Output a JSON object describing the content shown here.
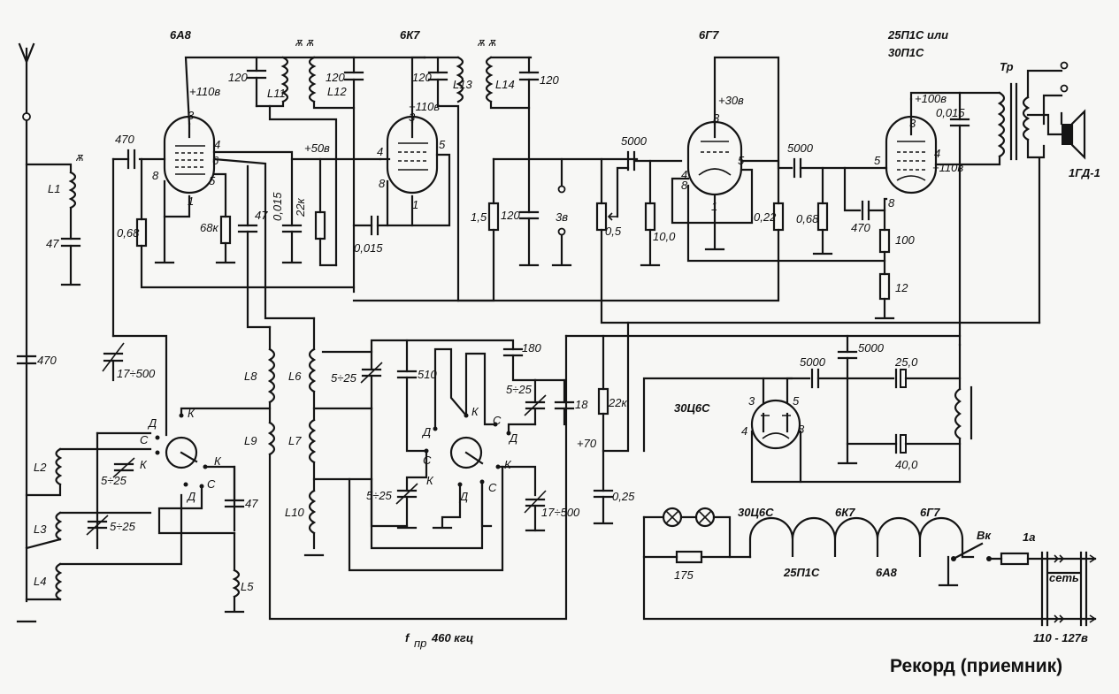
{
  "title": "Рекорд (приемник)",
  "if_label": "f",
  "if_sub": "пр",
  "if_value": "460 кгц",
  "tubes": [
    {
      "name": "6А8",
      "pins": {
        "p3": "3",
        "p4": "4",
        "p6": "6",
        "p5": "5",
        "p8": "8",
        "p1": "1"
      },
      "anode_v": "+110в"
    },
    {
      "name": "6К7",
      "pins": {
        "p3": "3",
        "p4": "4",
        "p5": "5",
        "p8": "8",
        "p1": "1"
      },
      "anode_v": "+110в"
    },
    {
      "name": "6Г7",
      "pins": {
        "p3": "3",
        "p5": "5",
        "p4": "4",
        "p8": "8",
        "p1": "1"
      },
      "anode_v": "+30в"
    },
    {
      "name": "25П1С или",
      "name2": "30П1С",
      "pins": {
        "p3": "3",
        "p5": "5",
        "p4": "4",
        "p8": "8"
      },
      "anode_v": "+100в",
      "screen_v": "+110в"
    },
    {
      "name": "30Ц6С",
      "pins": {
        "p3": "3",
        "p5": "5",
        "p4": "4",
        "p8": "8"
      }
    }
  ],
  "labels": {
    "c470a": "470",
    "c120a": "120",
    "l11": "L11",
    "c120b": "120",
    "l12": "L12",
    "c120c": "120",
    "l13": "L13",
    "l14": "L14",
    "c120d": "120",
    "v50": "+50в",
    "c0015a": "0,015",
    "r22k": "22к",
    "c0015b": "0,015",
    "r068a": "0,68",
    "r68k": "68к",
    "c47a": "47",
    "l1": "L1",
    "c47b": "47",
    "c470b": "470",
    "cv17500a": "17÷500",
    "l8": "L8",
    "l9": "L9",
    "l2": "L2",
    "l3": "L3",
    "l4": "L4",
    "cv525a": "5÷25",
    "cv525b": "5÷25",
    "c47c": "47",
    "l5": "L5",
    "l6": "L6",
    "l7": "L7",
    "l10": "L10",
    "cv525c": "5÷25",
    "c510": "510",
    "c180": "180",
    "cv525d": "5÷25",
    "c18": "18",
    "cv525e": "5÷25",
    "cv17500b": "17÷500",
    "r15": "1,5",
    "c120e": "120",
    "c5000a": "5000",
    "lamp36": "3в",
    "pot05": "0,5",
    "r10": "10,0",
    "r022": "0,22",
    "c5000b": "5000",
    "r068b": "0,68",
    "c470c": "470",
    "r100": "100",
    "r12": "12",
    "c0015c": "0,015",
    "tr": "Тр",
    "spk": "1ГД-1",
    "r22kb": "22к",
    "v70": "+70",
    "c025": "0,25",
    "c5000c": "5000",
    "c5000d": "5000",
    "c250": "25,0",
    "c400": "40,0",
    "r175": "175",
    "fil1": "30Ц6С",
    "fil2": "6К7",
    "fil3": "6Г7",
    "fil4": "25П1С",
    "fil5": "6А8",
    "switch": "Вк",
    "fuse": "1а",
    "mains": "сеть",
    "mainsv": "110 - 127в",
    "sw_d": "Д",
    "sw_c": "С",
    "sw_k": "К"
  }
}
